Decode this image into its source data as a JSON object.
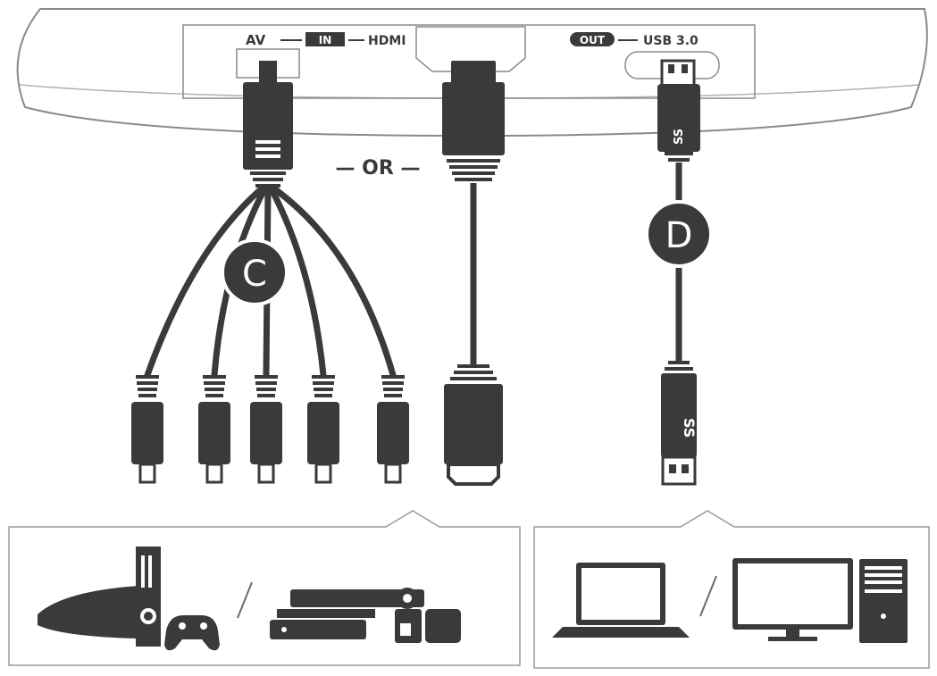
{
  "device": {
    "av_label": "AV",
    "in_badge": "IN",
    "hdmi_label": "HDMI",
    "out_badge": "OUT",
    "usb_label": "USB 3.0"
  },
  "or_label": "— OR —",
  "cables": {
    "c_letter": "C",
    "d_letter": "D"
  },
  "usb_plug_text": "SS",
  "usb_plug_text_small": "SS",
  "colors": {
    "ink": "#3a3a3a",
    "outline": "#8a8a8a",
    "device_fill": "#ffffff"
  },
  "icons": {
    "sources": [
      "game-console-icon",
      "gamepad-icon",
      "dvd-player-icon",
      "camcorder-icon"
    ],
    "targets": [
      "laptop-icon",
      "desktop-monitor-icon",
      "pc-tower-icon"
    ]
  }
}
